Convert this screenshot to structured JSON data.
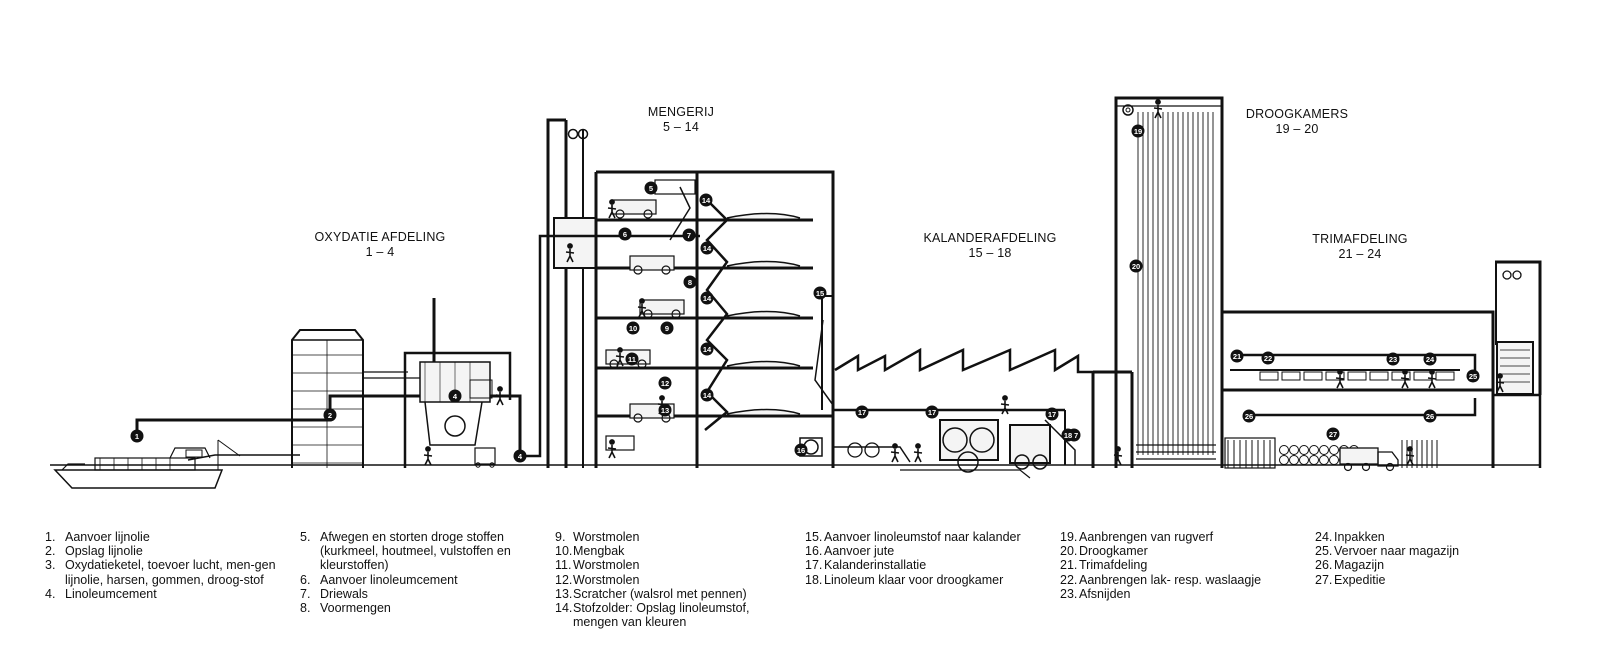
{
  "sections": {
    "oxydatie": {
      "name": "OXYDATIE AFDELING",
      "range": "1 – 4"
    },
    "mengerij": {
      "name": "MENGERIJ",
      "range": "5 – 14"
    },
    "kalander": {
      "name": "KALANDERAFDELING",
      "range": "15 – 18"
    },
    "droog": {
      "name": "DROOGKAMERS",
      "range": "19 – 20"
    },
    "trim": {
      "name": "TRIMAFDELING",
      "range": "21 – 24"
    }
  },
  "markers": [
    "1",
    "2",
    "4",
    "4",
    "5",
    "6",
    "7",
    "8",
    "9",
    "10",
    "11",
    "12",
    "13",
    "14",
    "14",
    "14",
    "14",
    "14",
    "15",
    "16",
    "17",
    "17",
    "17",
    "17",
    "18",
    "19",
    "20",
    "21",
    "22",
    "23",
    "24",
    "25",
    "26",
    "26",
    "27"
  ],
  "legend": {
    "col1": [
      {
        "num": "1.",
        "text": "Aanvoer lijnolie"
      },
      {
        "num": "2.",
        "text": "Opslag lijnolie"
      },
      {
        "num": "3.",
        "text": "Oxydatieketel, toevoer lucht, men-gen lijnolie, harsen, gommen, droog-stof"
      },
      {
        "num": "4.",
        "text": " Linoleumcement"
      }
    ],
    "col2": [
      {
        "num": "5.",
        "text": "Afwegen en storten droge stoffen (kurkmeel, houtmeel, vulstoffen en kleurstoffen)"
      },
      {
        "num": "6.",
        "text": "Aanvoer linoleumcement"
      },
      {
        "num": "7.",
        "text": "Driewals"
      },
      {
        "num": "8.",
        "text": "Voormengen"
      }
    ],
    "col3": [
      {
        "num": "9.",
        "text": "Worstmolen"
      },
      {
        "num": "10.",
        "text": "Mengbak"
      },
      {
        "num": "11.",
        "text": "Worstmolen"
      },
      {
        "num": "12.",
        "text": "Worstmolen"
      },
      {
        "num": "13.",
        "text": "Scratcher (walsrol met pennen)"
      },
      {
        "num": "14.",
        "text": "Stofzolder: Opslag linoleumstof, mengen van kleuren"
      }
    ],
    "col4": [
      {
        "num": "15.",
        "text": "Aanvoer linoleumstof naar kalander"
      },
      {
        "num": "16.",
        "text": "Aanvoer jute"
      },
      {
        "num": "17.",
        "text": "Kalanderinstallatie"
      },
      {
        "num": "18.",
        "text": "Linoleum klaar voor droogkamer"
      }
    ],
    "col5": [
      {
        "num": "19.",
        "text": "Aanbrengen van rugverf"
      },
      {
        "num": "20.",
        "text": "Droogkamer"
      },
      {
        "num": "21.",
        "text": "Trimafdeling"
      },
      {
        "num": "22.",
        "text": "Aanbrengen lak- resp. waslaagje"
      },
      {
        "num": "23.",
        "text": "Afsnijden"
      }
    ],
    "col6": [
      {
        "num": "24.",
        "text": "Inpakken"
      },
      {
        "num": "25.",
        "text": "Vervoer naar magazijn"
      },
      {
        "num": "26.",
        "text": "Magazijn"
      },
      {
        "num": "27.",
        "text": "Expeditie"
      }
    ]
  },
  "colors": {
    "ink": "#111111",
    "paper": "#ffffff",
    "fill": "#f4f4f4"
  }
}
